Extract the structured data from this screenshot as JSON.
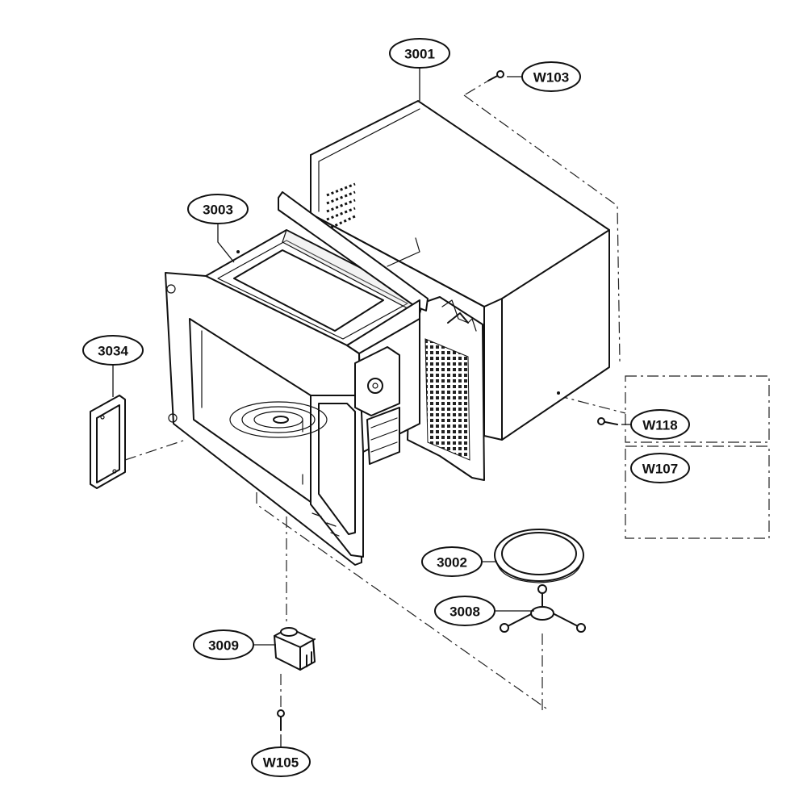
{
  "diagram": {
    "parts": [
      {
        "id": "cabinet",
        "label": "3001"
      },
      {
        "id": "cavity",
        "label": "3003"
      },
      {
        "id": "cover",
        "label": "3034"
      },
      {
        "id": "glass-tray",
        "label": "3002"
      },
      {
        "id": "roller-guide",
        "label": "3008"
      },
      {
        "id": "motor",
        "label": "3009"
      },
      {
        "id": "screw-top",
        "label": "W103"
      },
      {
        "id": "screw-side",
        "label": "W118"
      },
      {
        "id": "box-part",
        "label": "W107"
      },
      {
        "id": "screw-bottom",
        "label": "W105"
      }
    ]
  }
}
